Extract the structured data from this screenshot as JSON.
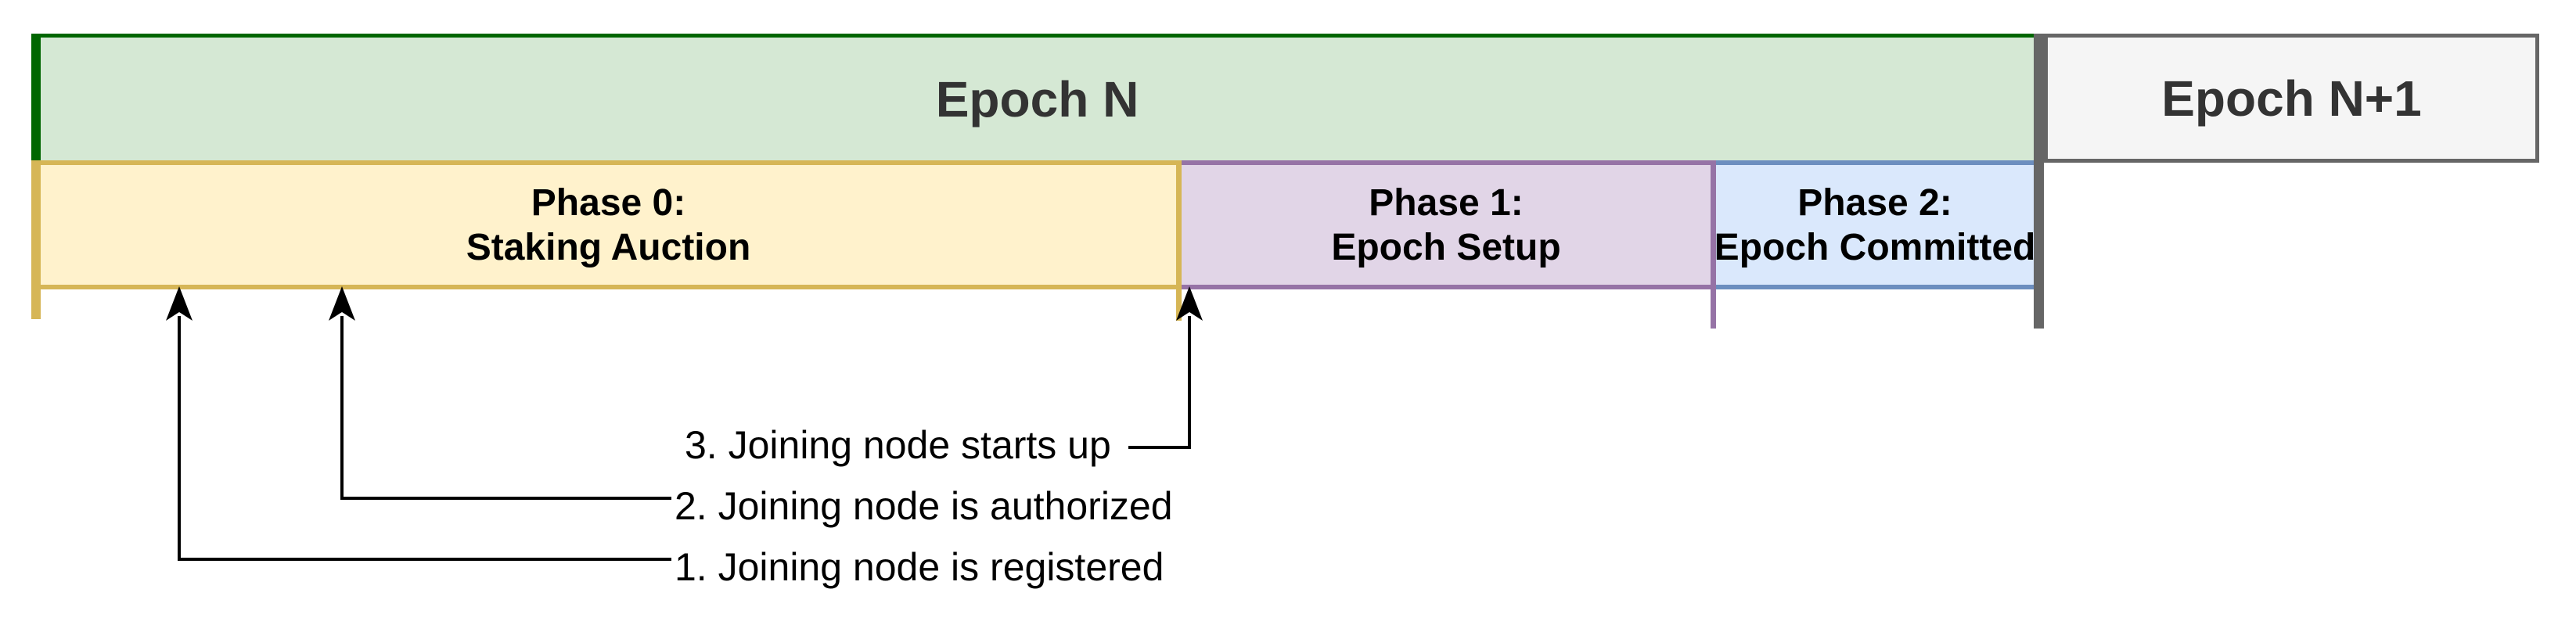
{
  "colors": {
    "epoch-n-fill": "#d5e8d4",
    "epoch-n-border": "#006600",
    "epoch-n1-fill": "#f5f5f5",
    "epoch-n1-border": "#666666",
    "phase0-fill": "#fff2cc",
    "phase0-border": "#d6b656",
    "phase1-fill": "#e1d5e7",
    "phase1-border": "#9673a6",
    "phase2-fill": "#dae8fc",
    "phase2-border": "#6c8ebf",
    "divider": "#666666",
    "epoch-text": "#333333",
    "phase-text": "#000000",
    "annotation-text": "#000000",
    "arrow": "#000000"
  },
  "epochs": {
    "current": {
      "label": "Epoch N"
    },
    "next": {
      "label": "Epoch N+1"
    }
  },
  "phases": [
    {
      "line1": "Phase 0:",
      "line2": "Staking Auction"
    },
    {
      "line1": "Phase 1:",
      "line2": "Epoch Setup"
    },
    {
      "line1": "Phase 2:",
      "line2": "Epoch Committed"
    }
  ],
  "annotations": [
    {
      "label": "3. Joining node starts up"
    },
    {
      "label": "2. Joining node is authorized"
    },
    {
      "label": "1. Joining node is registered"
    }
  ]
}
